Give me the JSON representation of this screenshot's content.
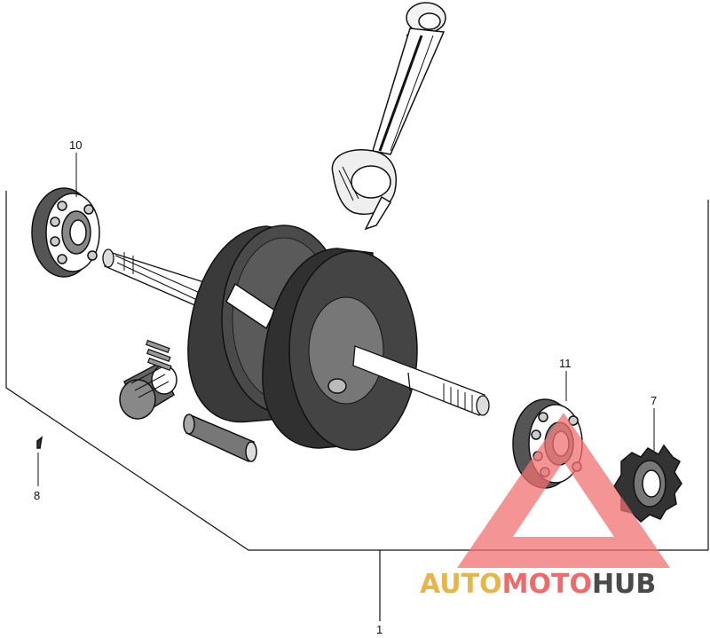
{
  "callouts": {
    "main_assembly": "1",
    "sprocket": "7",
    "pin": "8",
    "left_bearing": "10",
    "right_bearing": "11"
  },
  "watermark": {
    "part1": "AUTO",
    "part2": "MOTO",
    "part3": "HUB",
    "colors": {
      "triangle": "#f07070",
      "part1": "#e8b548",
      "part2": "#ef6a6a",
      "part3": "#4a4a4a"
    }
  },
  "line_color": "#111111"
}
